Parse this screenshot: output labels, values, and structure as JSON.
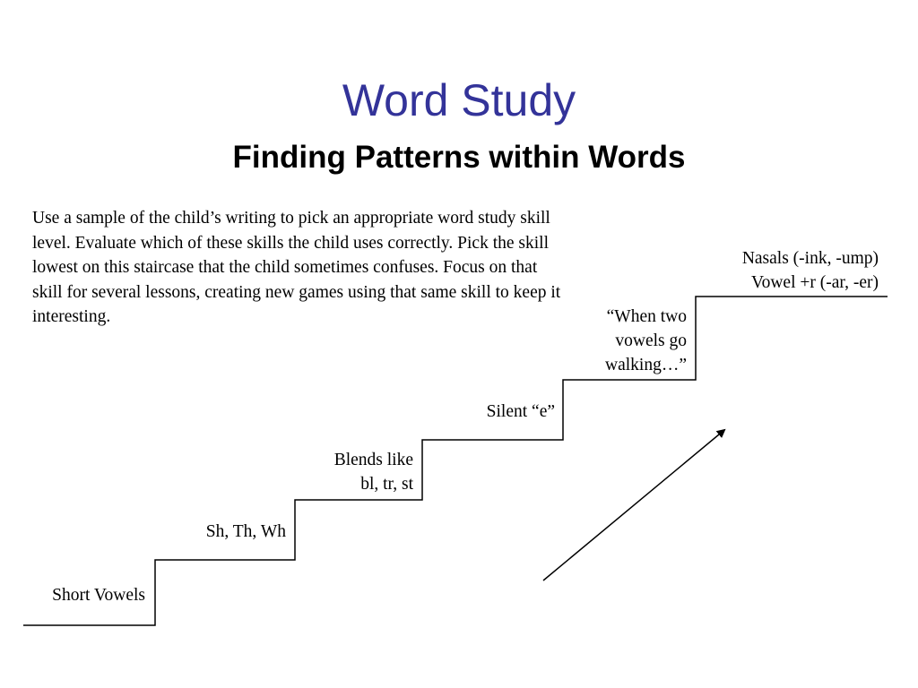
{
  "slide": {
    "title": "Word Study",
    "subtitle": "Finding Patterns within Words",
    "instructions": "Use a sample of the child’s writing to pick an appropriate word study skill level.  Evaluate which of these skills the child uses correctly.  Pick the skill lowest on this staircase that the child sometimes confuses.  Focus on that skill for several lessons, creating new games using that same skill to keep it interesting."
  },
  "staircase": {
    "steps": [
      {
        "lines": [
          "Short Vowels"
        ]
      },
      {
        "lines": [
          "Sh, Th, Wh"
        ]
      },
      {
        "lines": [
          "Blends like",
          "bl, tr, st"
        ]
      },
      {
        "lines": [
          "Silent “e”"
        ]
      },
      {
        "lines": [
          "“When two",
          "vowels go",
          "walking…”"
        ]
      },
      {
        "lines": [
          "Nasals (-ink, -ump)",
          "Vowel +r (-ar, -er)"
        ]
      }
    ]
  },
  "colors": {
    "title": "#333399",
    "text": "#000000",
    "line": "#000000"
  },
  "icons": {
    "arrow": "arrow-up-right-icon"
  }
}
